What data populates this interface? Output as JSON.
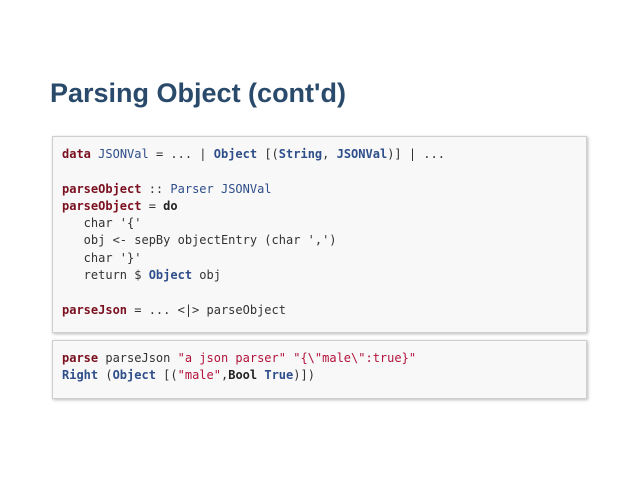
{
  "slide": {
    "title": "Parsing Object (cont'd)"
  },
  "code_block_1": {
    "lines": [
      [
        [
          "kw",
          "data"
        ],
        [
          "p",
          " "
        ],
        [
          "ty2",
          "JSONVal"
        ],
        [
          "p",
          " = ... | "
        ],
        [
          "ty",
          "Object"
        ],
        [
          "p",
          " [("
        ],
        [
          "ty",
          "String"
        ],
        [
          "p",
          ", "
        ],
        [
          "ty",
          "JSONVal"
        ],
        [
          "p",
          ")] | ..."
        ]
      ],
      [],
      [
        [
          "kw",
          "parseObject"
        ],
        [
          "p",
          " :: "
        ],
        [
          "ty2",
          "Parser JSONVal"
        ]
      ],
      [
        [
          "kw",
          "parseObject"
        ],
        [
          "p",
          " = "
        ],
        [
          "bold-kw",
          "do"
        ]
      ],
      [
        [
          "p",
          "   char '{'"
        ]
      ],
      [
        [
          "p",
          "   obj <- sepBy objectEntry (char ',')"
        ]
      ],
      [
        [
          "p",
          "   char '}'"
        ]
      ],
      [
        [
          "p",
          "   return $ "
        ],
        [
          "ty",
          "Object"
        ],
        [
          "p",
          " obj"
        ]
      ],
      [],
      [
        [
          "kw",
          "parseJson"
        ],
        [
          "p",
          " = ... <|> parseObject"
        ]
      ]
    ]
  },
  "code_block_2": {
    "lines": [
      [
        [
          "kw",
          "parse"
        ],
        [
          "p",
          " parseJson "
        ],
        [
          "str",
          "\"a json parser\""
        ],
        [
          "p",
          " "
        ],
        [
          "str",
          "\"{\\\"male\\\":true}\""
        ]
      ],
      [
        [
          "ty",
          "Right"
        ],
        [
          "p",
          " ("
        ],
        [
          "ty",
          "Object"
        ],
        [
          "p",
          " [("
        ],
        [
          "str",
          "\"male\""
        ],
        [
          "p",
          ","
        ],
        [
          "bold-kw",
          "Bool"
        ],
        [
          "p",
          " "
        ],
        [
          "ty",
          "True"
        ],
        [
          "p",
          ")])"
        ]
      ]
    ]
  },
  "colors": {
    "title": "#2a4a6b",
    "keyword": "#7b1020",
    "type": "#2e4e8a",
    "string": "#b3123b",
    "code_background": "#f8f8f8"
  }
}
